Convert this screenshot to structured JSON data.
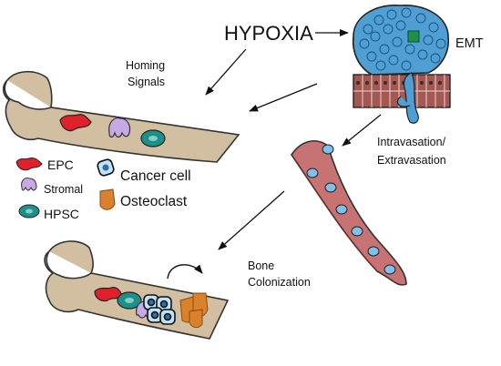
{
  "labels": {
    "hypoxia": "HYPOXIA",
    "emt": "EMT",
    "homing_line1": "Homing",
    "homing_line2": "Signals",
    "intravasation_line1": "Intravasation/",
    "intravasation_line2": "Extravasation",
    "bone_col_line1": "Bone",
    "bone_col_line2": "Colonization"
  },
  "legend": [
    {
      "icon": "epc-icon",
      "label": "EPC",
      "color": "#e0202a"
    },
    {
      "icon": "stromal-icon",
      "label": "Stromal",
      "color": "#b18fd6"
    },
    {
      "icon": "hpsc-icon",
      "label": "HPSC",
      "color": "#1f8f8a"
    },
    {
      "icon": "cancer-cell-icon",
      "label": "Cancer cell",
      "color": "#3c8fc8"
    },
    {
      "icon": "osteoclast-icon",
      "label": "Osteoclast",
      "color": "#d9822b"
    }
  ],
  "colors": {
    "bone": "#d2bfa1",
    "vessel": "#c87373",
    "tumor": "#4f9fd4",
    "epithelium": "#9a4b46"
  }
}
